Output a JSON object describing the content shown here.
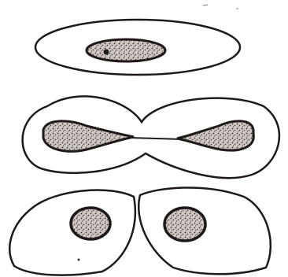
{
  "diagram": {
    "stages": [
      {
        "id": "stage-1",
        "cells": 1,
        "nuclei": 1
      },
      {
        "id": "stage-2",
        "cells": 1,
        "nuclei": 2,
        "state": "constricting"
      },
      {
        "id": "stage-3",
        "cells": 2,
        "nuclei": 2
      }
    ]
  },
  "colors": {
    "background": "#ffffff",
    "outline": "#1f1a1a",
    "nucleus_fill": "#c9c0bd",
    "nucleus_stipple": "#3a2f2f"
  }
}
